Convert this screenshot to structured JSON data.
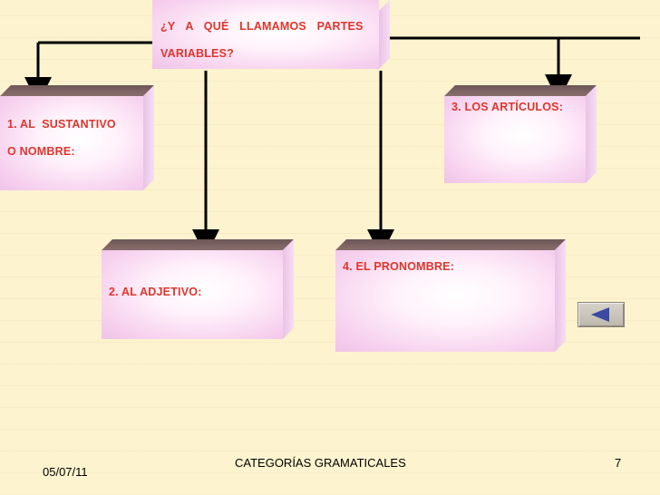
{
  "title": {
    "line1": "¿Y A QUÉ LLAMAMOS PARTES",
    "line2": "VARIABLES?"
  },
  "boxes": {
    "sustantivo": {
      "line1": "1. AL  SUSTANTIVO",
      "line2": "O NOMBRE:"
    },
    "adjetivo": {
      "label": "2. AL ADJETIVO:"
    },
    "articulos": {
      "label": "3. LOS ARTÍCULOS:"
    },
    "pronombre": {
      "label": "4. EL PRONOMBRE:"
    }
  },
  "footer": {
    "date": "05/07/11",
    "title": "CATEGORÍAS GRAMATICALES",
    "page": "7"
  },
  "colors": {
    "label": "#e0352b",
    "background": "#fdf3cf",
    "connector": "#000000",
    "back_arrow": "#3b4aa0"
  },
  "icons": {
    "back_button": "left-triangle-icon"
  }
}
